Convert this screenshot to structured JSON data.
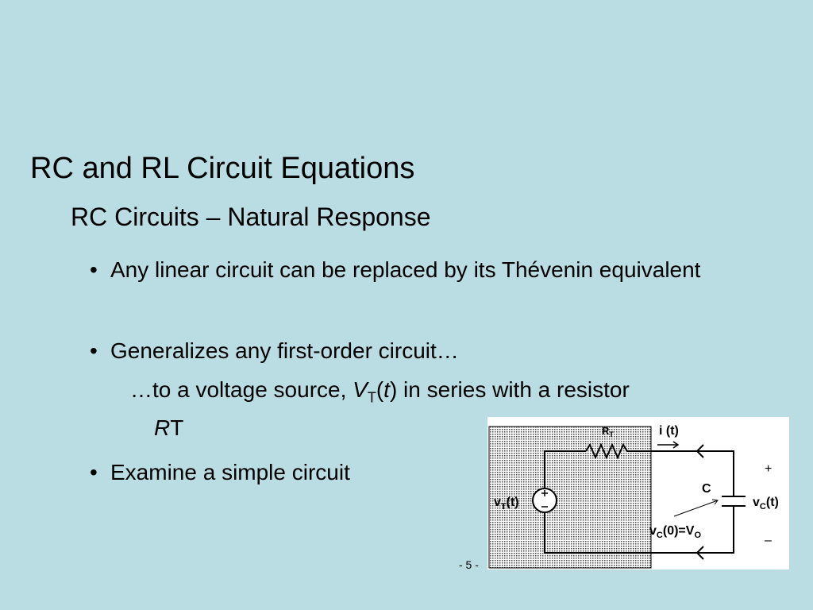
{
  "slide": {
    "title": "RC and RL Circuit Equations",
    "subtitle": "RC Circuits – Natural Response",
    "bullet_char": "•",
    "bullets": [
      {
        "text": "Any linear circuit can be replaced by its Thévenin equivalent"
      },
      {
        "text": "Generalizes any first-order circuit…"
      },
      {
        "text": "Examine a simple circuit"
      }
    ],
    "sub_bullet": {
      "prefix": "…to a voltage source, ",
      "var_v": "V",
      "sub_t": "T",
      "paren_open": "(",
      "var_t": "t",
      "suffix": ") in series with a resistor",
      "var_r": "R",
      "tail": "T"
    },
    "page_number": "- 5 -"
  },
  "circuit": {
    "resistor_label": "R",
    "resistor_sub": "T",
    "current_label": "i (t)",
    "capacitor_label": "C",
    "plus_sign": "+",
    "minus_sign": "–",
    "source_label": "v",
    "source_sub": "T",
    "source_tail": "(t)",
    "vc_label": "v",
    "vc_sub": "C",
    "vc_tail": "(t)",
    "init_label": "v",
    "init_sub": "C",
    "init_mid": "(0)=V",
    "init_sub2": "O"
  }
}
